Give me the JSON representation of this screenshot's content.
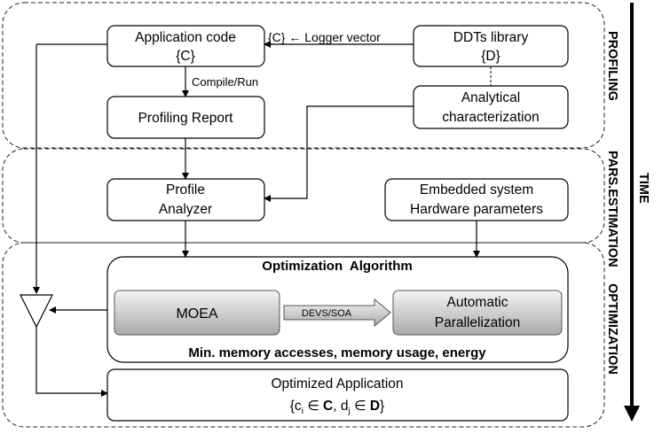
{
  "sections": [
    {
      "label": "PROFILING"
    },
    {
      "label": "PARS.ESTIMATION"
    },
    {
      "label": "OPTIMIZATION"
    }
  ],
  "time_label": "TIME",
  "nodes": {
    "app_code": {
      "line1": "Application code",
      "line2": "{C}"
    },
    "ddts": {
      "line1": "DDTs library",
      "line2": "{D}"
    },
    "analytical": {
      "line1": "Analytical",
      "line2": "characterization"
    },
    "profiling_report": {
      "label": "Profiling Report"
    },
    "profile_analyzer": {
      "line1": "Profile",
      "line2": "Analyzer"
    },
    "embedded": {
      "line1": "Embedded system",
      "line2": "Hardware parameters"
    },
    "opt_algorithm": {
      "title": "Optimization  Algorithm",
      "footer": "Min. memory accesses, memory usage, energy"
    },
    "moea": {
      "label": "MOEA"
    },
    "auto_par": {
      "line1": "Automatic",
      "line2": "Parallelization"
    },
    "optimized_app": {
      "line1": "Optimized Application"
    }
  },
  "edges": {
    "logger": "{C} ← Logger vector",
    "compile_run": "Compile/Run",
    "devs_soa": "DEVS/SOA"
  },
  "optimized_set": {
    "open": "{c",
    "sub_i": "i",
    "in1": " ∈ ",
    "C": "C",
    "comma": ", d",
    "sub_j": "j",
    "in2": " ∈ ",
    "D": "D",
    "close": "}"
  }
}
